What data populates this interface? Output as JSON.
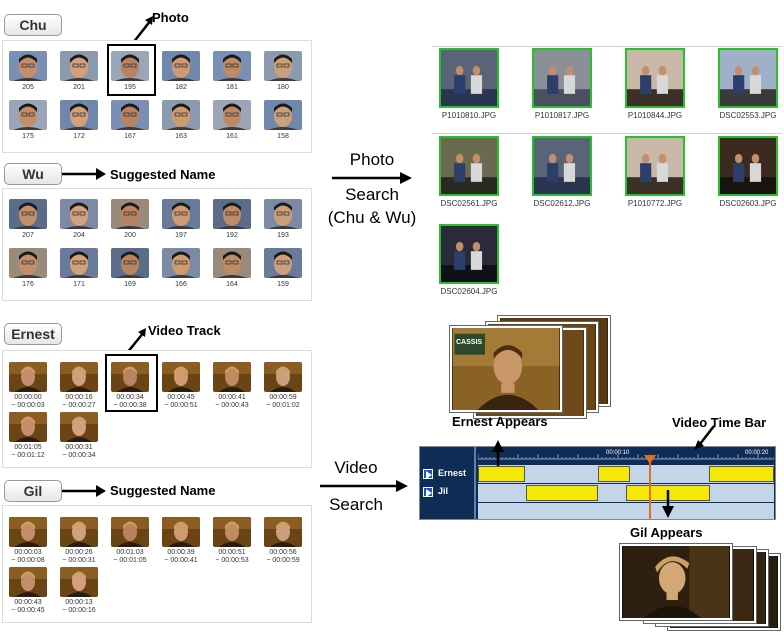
{
  "photo_section": {
    "chu_name": "Chu",
    "chu_callout": "Photo",
    "chu_faces": [
      "205",
      "201",
      "195",
      "182",
      "181",
      "180",
      "175",
      "172",
      "167",
      "163",
      "161",
      "158"
    ],
    "wu_name": "Wu",
    "wu_callout": "Suggested Name",
    "wu_faces": [
      "207",
      "204",
      "200",
      "197",
      "192",
      "193",
      "176",
      "171",
      "169",
      "166",
      "164",
      "159"
    ],
    "search_line1": "Photo",
    "search_line2": "Search",
    "search_line3": "(Chu & Wu)",
    "results": [
      "P1010810.JPG",
      "P1010817.JPG",
      "P1010844.JPG",
      "DSC02553.JPG",
      "DSC02561.JPG",
      "DSC02612.JPG",
      "P1010772.JPG",
      "DSC02603.JPG",
      "DSC02604.JPG"
    ]
  },
  "video_section": {
    "ernest_name": "Ernest",
    "ernest_callout": "Video Track",
    "ernest_tracks": [
      {
        "start": "00:00:00",
        "end": "~ 00:00:03"
      },
      {
        "start": "00:00:16",
        "end": "~ 00:00:27"
      },
      {
        "start": "00:00:34",
        "end": "~ 00:00:38"
      },
      {
        "start": "00:00:45",
        "end": "~ 00:00:51"
      },
      {
        "start": "00:00:41",
        "end": "~ 00:00:43"
      },
      {
        "start": "00:00:59",
        "end": "~ 00:01:02"
      },
      {
        "start": "00:01:05",
        "end": "~ 00:01:12"
      },
      {
        "start": "00:00:31",
        "end": "~ 00:00:34"
      }
    ],
    "gil_name": "Gil",
    "gil_callout": "Suggested Name",
    "gil_tracks": [
      {
        "start": "00:00:03",
        "end": "~ 00:00:08"
      },
      {
        "start": "00:00:26",
        "end": "~ 00:00:31"
      },
      {
        "start": "00:01:03",
        "end": "~ 00:01:05"
      },
      {
        "start": "00:00:39",
        "end": "~ 00:00:41"
      },
      {
        "start": "00:00:51",
        "end": "~ 00:00:53"
      },
      {
        "start": "00:00:56",
        "end": "~ 00:00:59"
      },
      {
        "start": "00:00:43",
        "end": "~ 00:00:45"
      },
      {
        "start": "00:00:13",
        "end": "~ 00:00:16"
      }
    ],
    "search_line1": "Video",
    "search_line2": "Search",
    "ernest_appears": "Ernest Appears",
    "gil_appears": "Gil Appears",
    "time_bar_label": "Video Time Bar",
    "timebar": {
      "row1": "Ernest",
      "row2": "Jil",
      "tick1": "00:00:10",
      "tick2": "00:00:20"
    },
    "poster_text": "CASSIS"
  },
  "colors": {
    "result_border": "#27c22b",
    "timebar_bg": "#0f2c57",
    "segment_yellow": "#f6e806",
    "playhead": "#e0701c"
  }
}
